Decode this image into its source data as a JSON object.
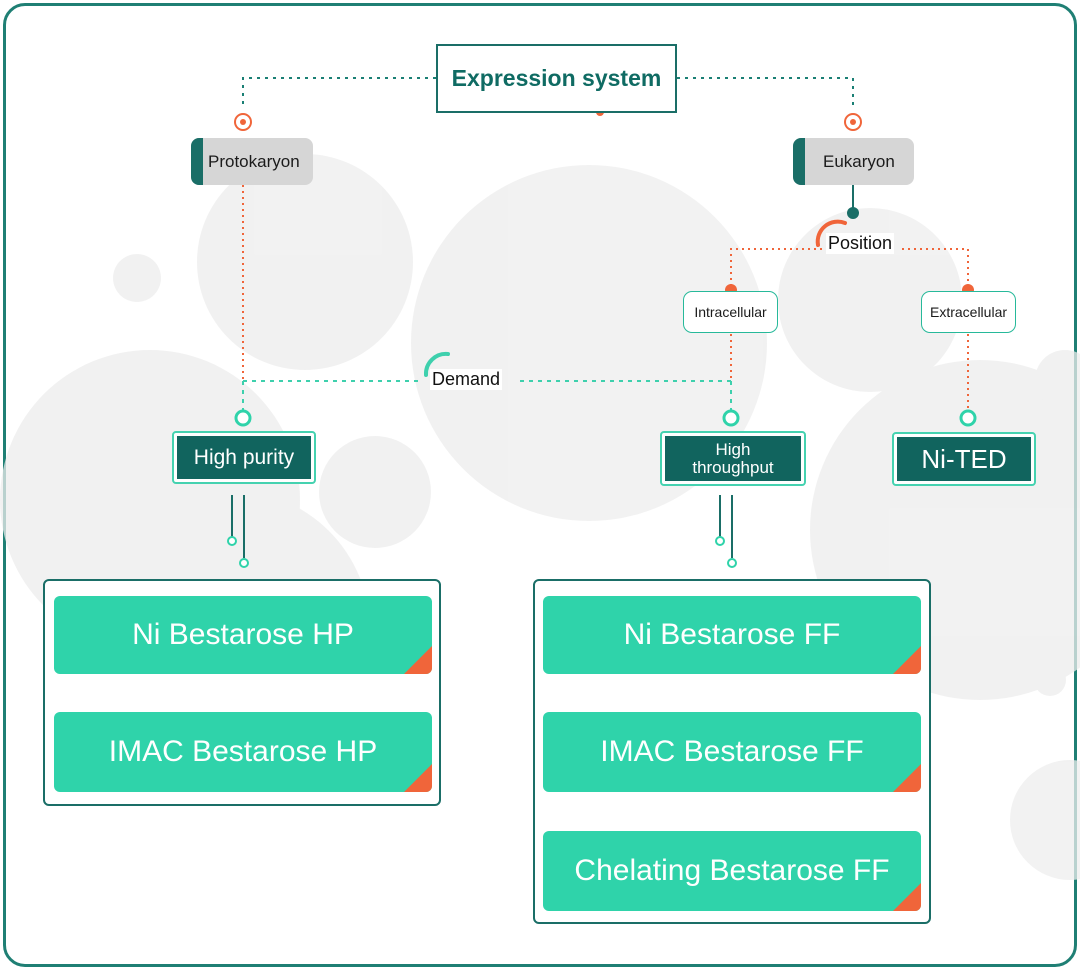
{
  "title": "Expression system",
  "branches": {
    "left": "Protokaryon",
    "right": "Eukaryon"
  },
  "position_label": "Position",
  "position_options": {
    "intracellular": "Intracellular",
    "extracellular": "Extracellular"
  },
  "demand_label": "Demand",
  "demand_options": {
    "high_purity": "High purity",
    "high_throughput": "High\nthroughput",
    "ni_ted": "Ni-TED"
  },
  "products_hp": [
    "Ni Bestarose HP",
    "IMAC Bestarose HP"
  ],
  "products_ff": [
    "Ni Bestarose FF",
    "IMAC Bestarose FF",
    "Chelating Bestarose FF"
  ],
  "colors": {
    "dark_teal": "#1a6e67",
    "mint": "#2fd3aa",
    "orange": "#f0653a",
    "gray": "#d6d6d6"
  }
}
